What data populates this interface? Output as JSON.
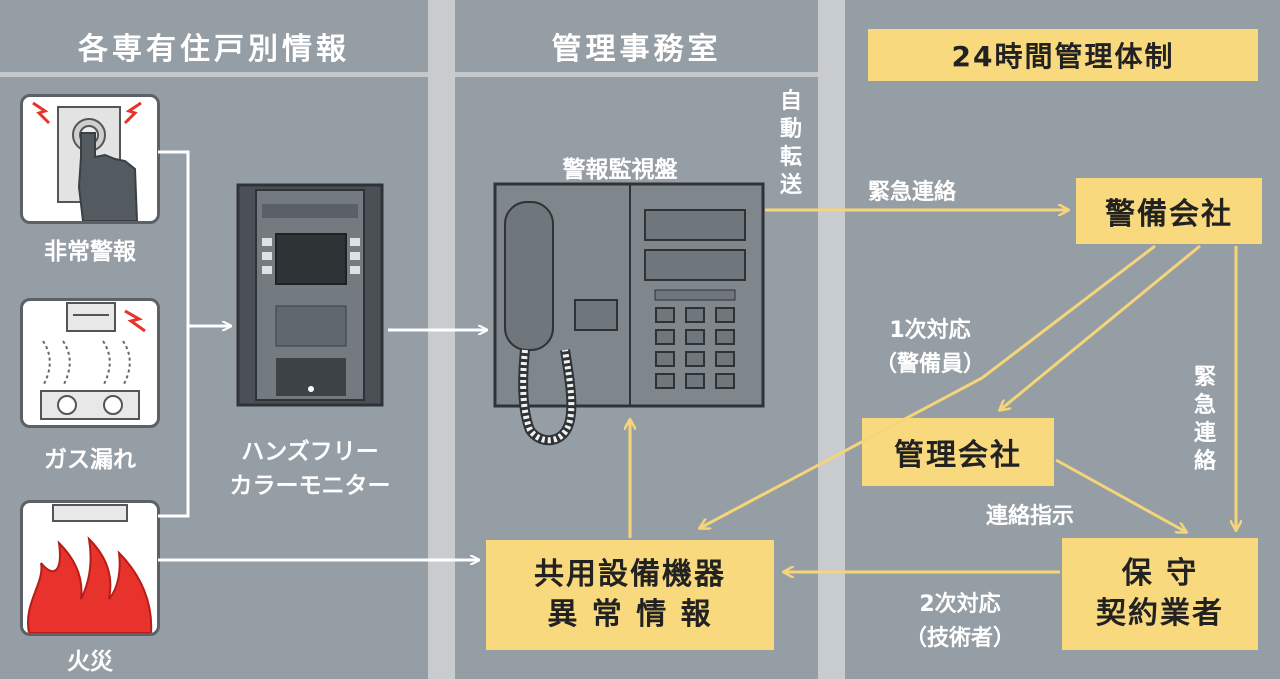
{
  "headers": {
    "residence": "各専有住戸別情報",
    "office": "管理事務室",
    "system": "24時間管理体制"
  },
  "devices": {
    "emergency": "非常警報",
    "gas": "ガス漏れ",
    "fire": "火災"
  },
  "monitor": {
    "line1": "ハンズフリー",
    "line2": "カラーモニター"
  },
  "panel_label": "警報監視盤",
  "auto_transfer": "自動転送",
  "edges": {
    "emergency_contact": "緊急連絡",
    "emergency_contact_vertical": "緊急連絡",
    "first_response_1": "1次対応",
    "first_response_2": "（警備員）",
    "instruction": "連絡指示",
    "second_response_1": "2次対応",
    "second_response_2": "（技術者）"
  },
  "boxes": {
    "security": "警備会社",
    "management": "管理会社",
    "maint_1": "保 守",
    "maint_2": "契約業者",
    "shared_1": "共用設備機器",
    "shared_2": "異 常 情 報"
  },
  "colors": {
    "panel": "#959ea5",
    "box": "#f9d97e",
    "arrow_white": "#ffffff",
    "arrow_yellow": "#f5d47a"
  }
}
